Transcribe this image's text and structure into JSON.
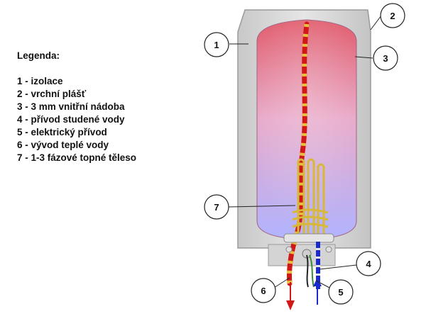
{
  "legend": {
    "title": "Legenda:",
    "items": [
      "1 - izolace",
      "2 - vrchní plášť",
      "3 - 3 mm vnitřní nádoba",
      "4 - přívod studené vody",
      "5 - elektrický přívod",
      "6 - vývod teplé vody",
      "7 - 1-3 fázové topné těleso"
    ]
  },
  "callouts": [
    "1",
    "2",
    "3",
    "4",
    "5",
    "6",
    "7"
  ],
  "colors": {
    "shell": "#dcdcdc",
    "tank_top": "#e05868",
    "tank_bottom": "#b0b4ff",
    "hot_pipe": "#d01818",
    "pipe_stripe": "#e8c040",
    "cold_pipe": "#1a2ad0",
    "heater": "#d8b838"
  }
}
